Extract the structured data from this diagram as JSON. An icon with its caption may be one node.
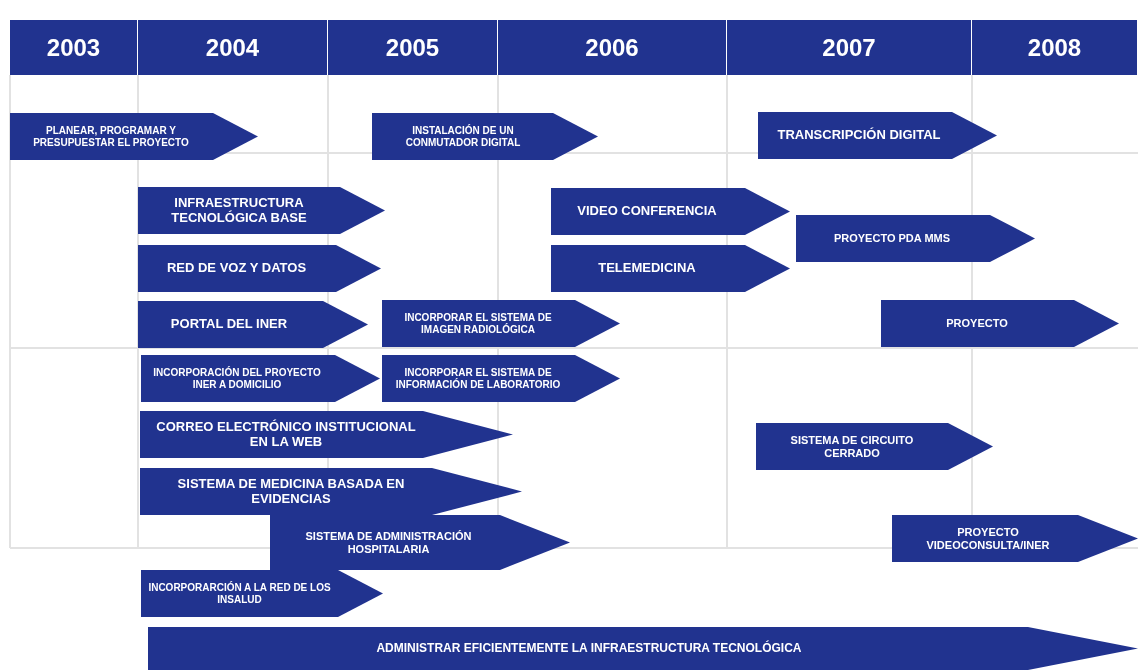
{
  "diagram": {
    "nodes": [
      {
        "text": [
          "2003"
        ]
      },
      {
        "text": [
          "2004"
        ]
      },
      {
        "text": [
          "2005"
        ]
      },
      {
        "text": [
          "2006"
        ]
      },
      {
        "text": [
          "2007"
        ]
      },
      {
        "text": [
          "2008"
        ]
      },
      {
        "text": [
          "PLANEAR, PROGRAMAR Y PRESUPUESTAR EL PROYECTO"
        ]
      },
      {
        "text": [
          "INSTALACIÓN DE UN CONMUTADOR DIGITAL"
        ]
      },
      {
        "text": [
          "TRANSCRIPCIÓN DIGITAL"
        ]
      },
      {
        "text": [
          "INFRAESTRUCTURA TECNOLÓGICA BASE"
        ]
      },
      {
        "text": [
          "VIDEO CONFERENCIA"
        ]
      },
      {
        "text": [
          "PROYECTO PDA MMS"
        ]
      },
      {
        "text": [
          "RED DE VOZ Y DATOS"
        ]
      },
      {
        "text": [
          "TELEMEDICINA"
        ]
      },
      {
        "text": [
          "PORTAL DEL INER"
        ]
      },
      {
        "text": [
          "INCORPORAR EL SISTEMA DE IMAGEN RADIOLÓGICA"
        ]
      },
      {
        "text": [
          "PROYECTO"
        ]
      },
      {
        "text": [
          "INCORPORACIÓN DEL PROYECTO INER A DOMICILIO"
        ]
      },
      {
        "text": [
          "INCORPORAR EL SISTEMA DE INFORMACIÓN DE LABORATORIO"
        ]
      },
      {
        "text": [
          "CORREO ELECTRÓNICO INSTITUCIONAL EN LA WEB"
        ]
      },
      {
        "text": [
          "SISTEMA DE CIRCUITO CERRADO"
        ]
      },
      {
        "text": [
          "SISTEMA DE MEDICINA BASADA EN EVIDENCIAS"
        ]
      },
      {
        "text": [
          "SISTEMA DE ADMINISTRACIÓN HOSPITALARIA"
        ]
      },
      {
        "text": [
          "PROYECTO VIDEOCONSULTA/INER"
        ]
      },
      {
        "text": [
          "INCORPORARCIÓN A LA RED DE LOS INSALUD"
        ]
      },
      {
        "text": [
          "ADMINISTRAR EFICIENTEMENTE LA INFRAESTRUCTURA TECNOLÓGICA"
        ]
      }
    ]
  }
}
